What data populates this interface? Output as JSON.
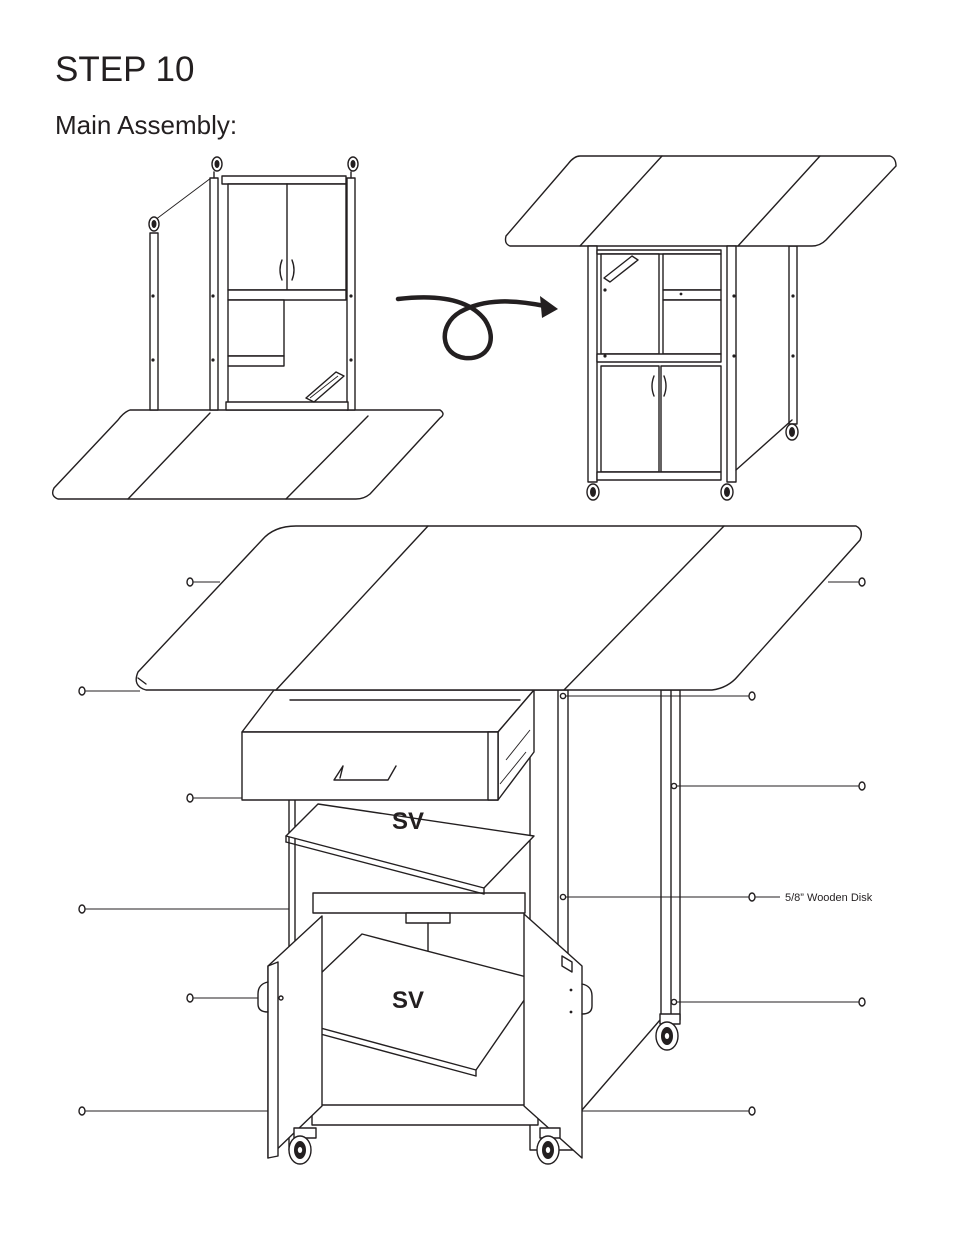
{
  "step_title": "STEP 10",
  "section_title": "Main Assembly:",
  "shelf_labels": [
    "SV",
    "SV"
  ],
  "part_callout": "5/8” Wooden Disk",
  "icons": [
    "curved-arrow-icon",
    "wheel-icon",
    "wooden-disk-icon"
  ],
  "colors": {
    "ink": "#231f20",
    "paper": "#ffffff"
  }
}
